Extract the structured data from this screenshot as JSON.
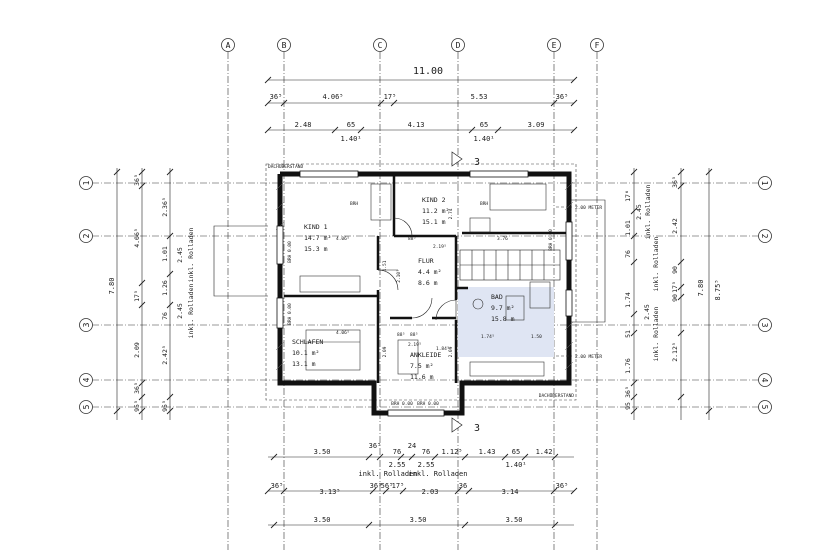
{
  "grid_columns": [
    "A",
    "B",
    "C",
    "D",
    "E",
    "F"
  ],
  "grid_rows": [
    "1",
    "2",
    "3",
    "4",
    "5"
  ],
  "top_dims": {
    "overall": "11.00",
    "row1": [
      "36⁵",
      "4.06⁵",
      "17⁵",
      "5.53",
      "36⁵"
    ],
    "row2": [
      "2.48",
      "65",
      "4.13",
      "65",
      "3.09"
    ],
    "row2_sub": [
      "1.40¹",
      "1.40¹"
    ]
  },
  "bottom_dims": {
    "row1": [
      "3.50",
      "36⁵",
      "76",
      "24",
      "76",
      "1.12⁵",
      "1.43",
      "65",
      "1.42"
    ],
    "row1_sub": [
      "2.55",
      "2.55",
      "1.40¹"
    ],
    "row1_notes": [
      "inkl. Rolladen",
      "inkl. Rolladen"
    ],
    "row2": [
      "36⁵",
      "3.13⁵",
      "36⁵",
      "56⁵",
      "17⁵",
      "2.03",
      "36",
      "3.14",
      "36⁵"
    ],
    "row3": [
      "3.50",
      "3.50",
      "3.50"
    ]
  },
  "left_dims": {
    "overall": "7.80",
    "outer": [
      "36⁵",
      "4.06⁵",
      "17⁵",
      "2.09",
      "36⁵",
      "95⁵"
    ],
    "middle": [
      "2.36⁵",
      "1.01",
      "1.26",
      "76",
      "2.42⁵",
      "95⁵"
    ],
    "inner": [
      "2.45",
      "2.45"
    ],
    "notes": [
      "inkl. Rolladen",
      "inkl. Rolladen"
    ]
  },
  "right_dims": {
    "overall": "8.75⁵",
    "total": "7.80",
    "outer": [
      "17⁶",
      "1.01",
      "76",
      "1.74",
      "51",
      "1.76",
      "36⁵",
      "95"
    ],
    "inner": [
      "36⁵",
      "2.42",
      "90",
      "17⁵",
      "90",
      "2.12⁵"
    ],
    "notes": [
      "inkl. Rolladen",
      "inkl. Rolladen",
      "inkl. Rolladen"
    ],
    "inner_small": [
      "2.45",
      "2.45"
    ]
  },
  "labels": {
    "dachueberstand_top": "DACHÜBERSTAND",
    "dachueberstand_bottom": "DACHÜBERSTAND",
    "meter_200_top": "2.00 METER",
    "meter_200_mid": "2.00 METER",
    "section_mark": "3"
  },
  "rooms": [
    {
      "name": "KIND 1",
      "area": "14.7 m²",
      "perim": "15.3 m"
    },
    {
      "name": "KIND 2",
      "area": "11.2 m²",
      "perim": "15.1 m"
    },
    {
      "name": "FLUR",
      "area": "4.4 m²",
      "perim": "8.6 m"
    },
    {
      "name": "BAD",
      "area": "9.7 m²",
      "perim": "15.8 m"
    },
    {
      "name": "SCHLAFEN",
      "area": "10.1 m²",
      "perim": "13.1 m"
    },
    {
      "name": "ANKLEIDE",
      "area": "7.5 m²",
      "perim": "11.6 m"
    }
  ],
  "interior_dims": [
    "4.06⁵",
    "88⁵",
    "2.19⁵",
    "3.76",
    "4.06⁵",
    "88⁵",
    "2.19⁵",
    "1.74⁵",
    "1.50",
    "2.09",
    "2.09",
    "1.51",
    "1.84⁵",
    "2.74",
    "88⁵",
    "2.10⁵"
  ],
  "parapets": [
    "BRH 0.00",
    "BRH 0.00",
    "BRH 0.00",
    "BRH 0.00",
    "BRH 0.00"
  ],
  "window_marks": [
    "BRH",
    "BRH"
  ],
  "highlight_color": "#dfe5f3"
}
